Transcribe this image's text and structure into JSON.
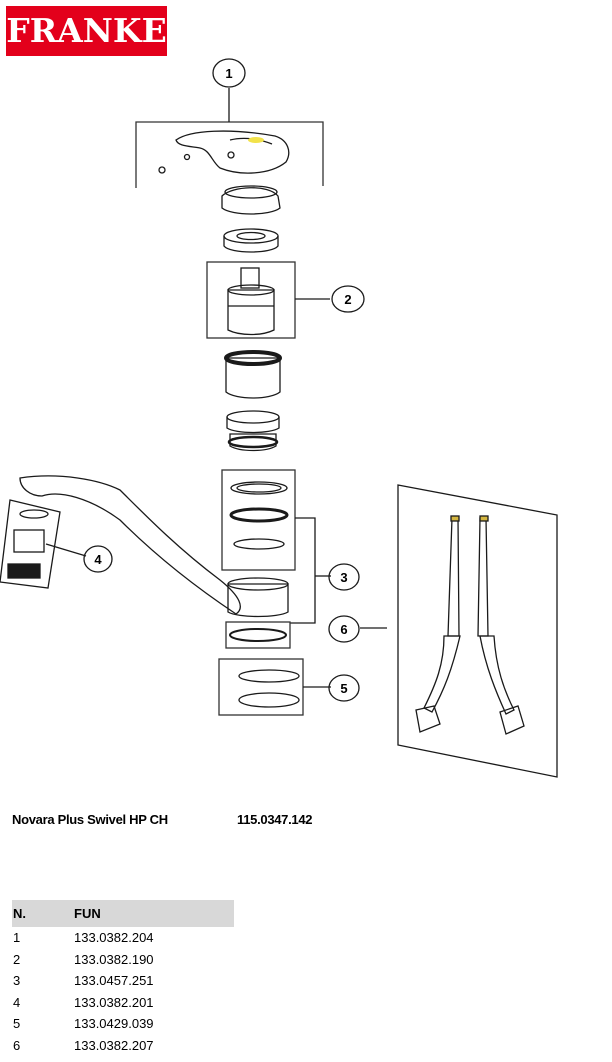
{
  "brand": {
    "logo_text": "FRANKE",
    "color": "#e3001b"
  },
  "product": {
    "name": "Novara Plus Swivel HP CH",
    "code": "115.0347.142"
  },
  "callouts": [
    "1",
    "2",
    "3",
    "4",
    "5",
    "6"
  ],
  "parts_table": {
    "headers": [
      "N.",
      "FUN"
    ],
    "rows": [
      [
        "1",
        "133.0382.204"
      ],
      [
        "2",
        "133.0382.190"
      ],
      [
        "3",
        "133.0457.251"
      ],
      [
        "4",
        "133.0382.201"
      ],
      [
        "5",
        "133.0429.039"
      ],
      [
        "6",
        "133.0382.207"
      ]
    ]
  }
}
